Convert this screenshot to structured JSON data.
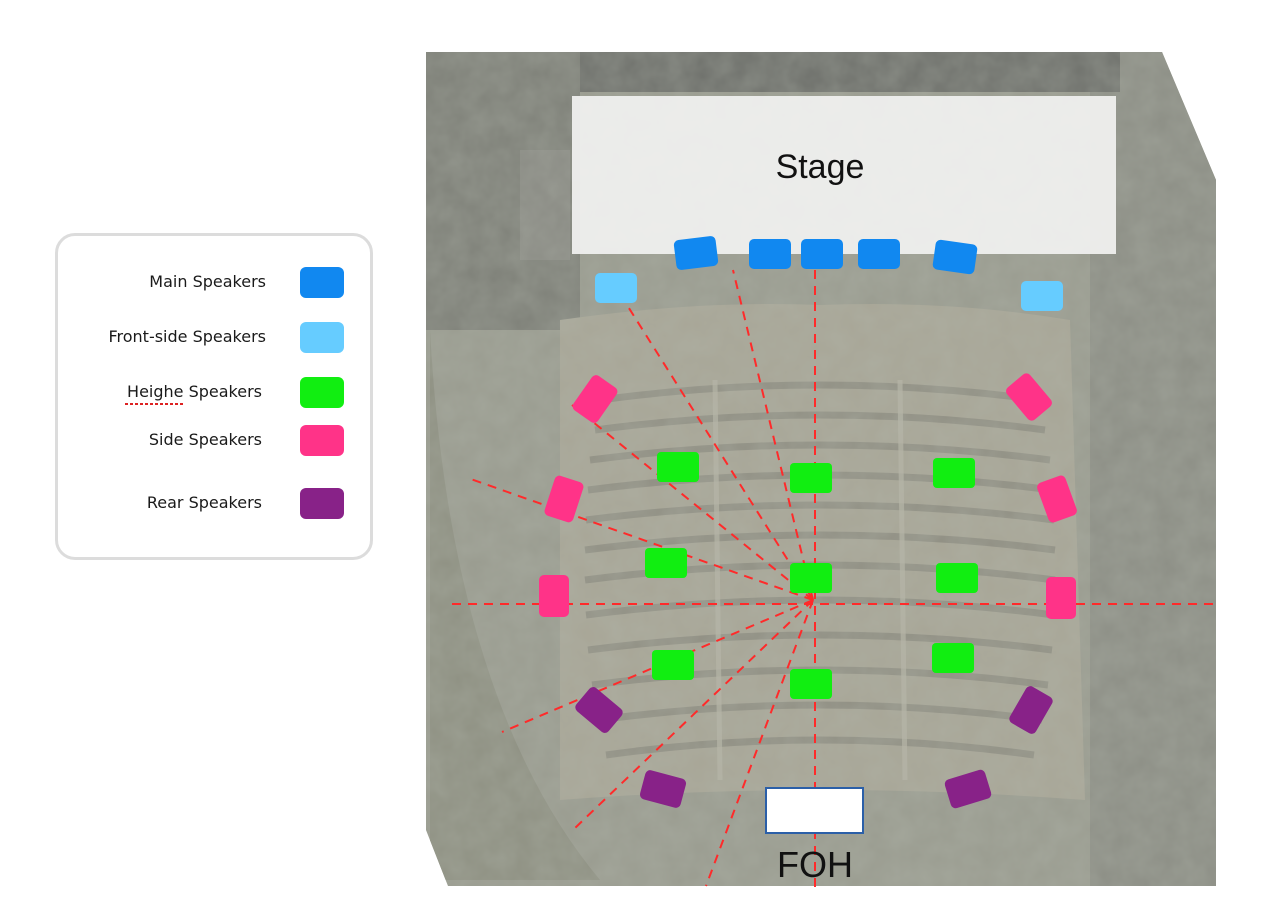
{
  "stage_label": "Stage",
  "foh_label": "FOH",
  "legend": [
    {
      "label": "Main Speakers",
      "color": "#1188f0"
    },
    {
      "label": "Front-side Speakers",
      "color": "#66ccff"
    },
    {
      "label": "Heighe Speakers",
      "color": "#11ee11"
    },
    {
      "label": "Side Speakers",
      "color": "#ff3388"
    },
    {
      "label": "Rear Speakers",
      "color": "#882288"
    }
  ],
  "colors": {
    "main": "#1188f0",
    "front_side": "#66ccff",
    "height": "#11ee11",
    "side": "#ff3388",
    "rear": "#882288",
    "guide_lines": "#ff2a2a",
    "stage_fill": "#f0f0ef",
    "foh_border": "#2b5fa8"
  }
}
